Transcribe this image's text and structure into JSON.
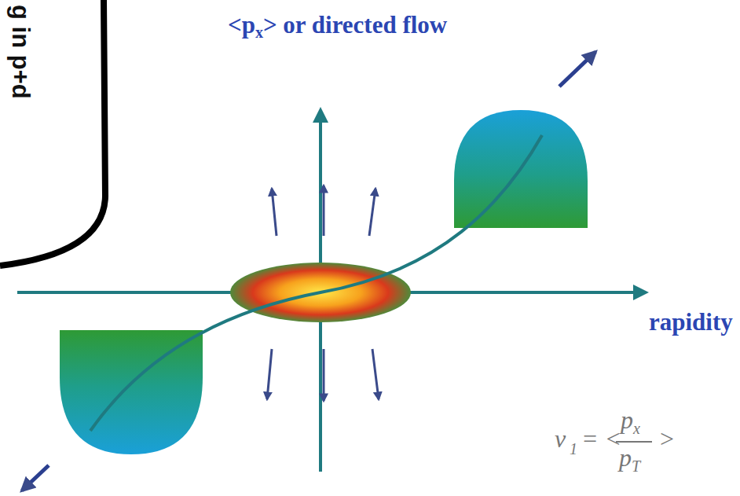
{
  "diagram": {
    "labels": [
      "<",
      "p",
      "x",
      "> or directed flow",
      "rapidity",
      "v",
      "1",
      "= <",
      "p",
      "x",
      "p",
      "T",
      ">",
      "g in p+d"
    ]
  }
}
